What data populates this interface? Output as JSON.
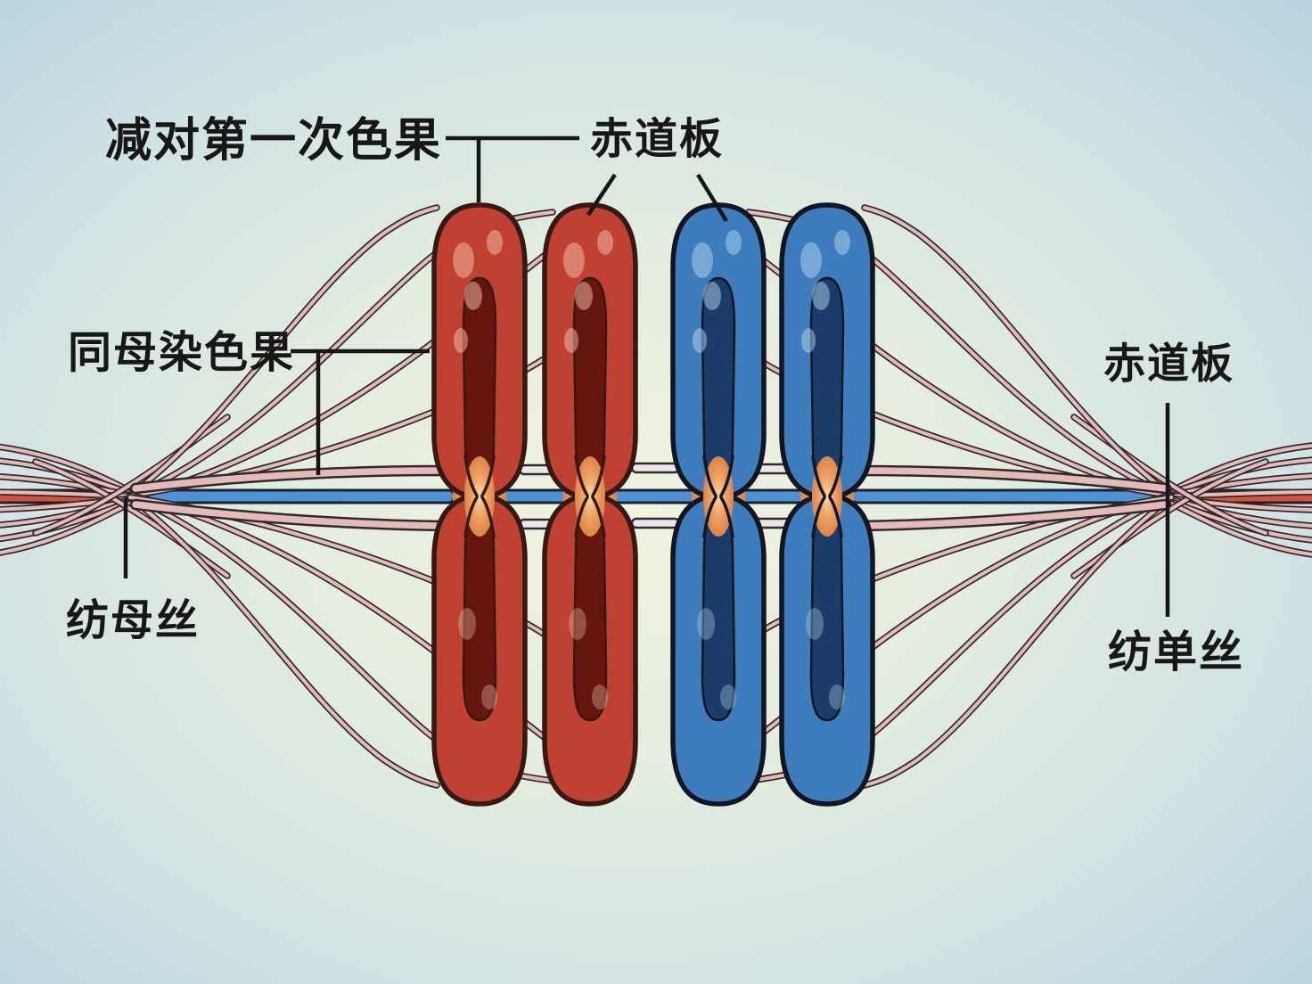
{
  "diagram": {
    "title_context": "meiosis metaphase I illustration",
    "labels": {
      "meiosis_stage": "减对第一次色果",
      "equatorial_plate_top": "赤道板",
      "homologous_chromosomes": "同母染色果",
      "spindle_fiber_left": "纺母丝",
      "equatorial_plate_right": "赤道板",
      "spindle_fiber_right": "纺单丝"
    },
    "palette": {
      "background_center": "#f2f3e0",
      "background_edge": "#b8d4e2",
      "chromosome_red": "#c04132",
      "chromosome_red_groove": "#64160f",
      "chromosome_blue": "#3e7dbd",
      "chromosome_blue_groove": "#1b3c69",
      "centromere_orange": "#efa463",
      "rod_blue": "#4b92d8",
      "rod_red": "#d7503a",
      "fiber_pink": "#e6bab6",
      "fiber_white": "#f3f0f2",
      "outline_dark": "#2e2a2d",
      "label_text": "#171717"
    },
    "chromosomes": [
      {
        "position": "far-left",
        "color": "red"
      },
      {
        "position": "mid-left",
        "color": "red"
      },
      {
        "position": "mid-right",
        "color": "blue"
      },
      {
        "position": "far-right",
        "color": "blue"
      }
    ]
  }
}
